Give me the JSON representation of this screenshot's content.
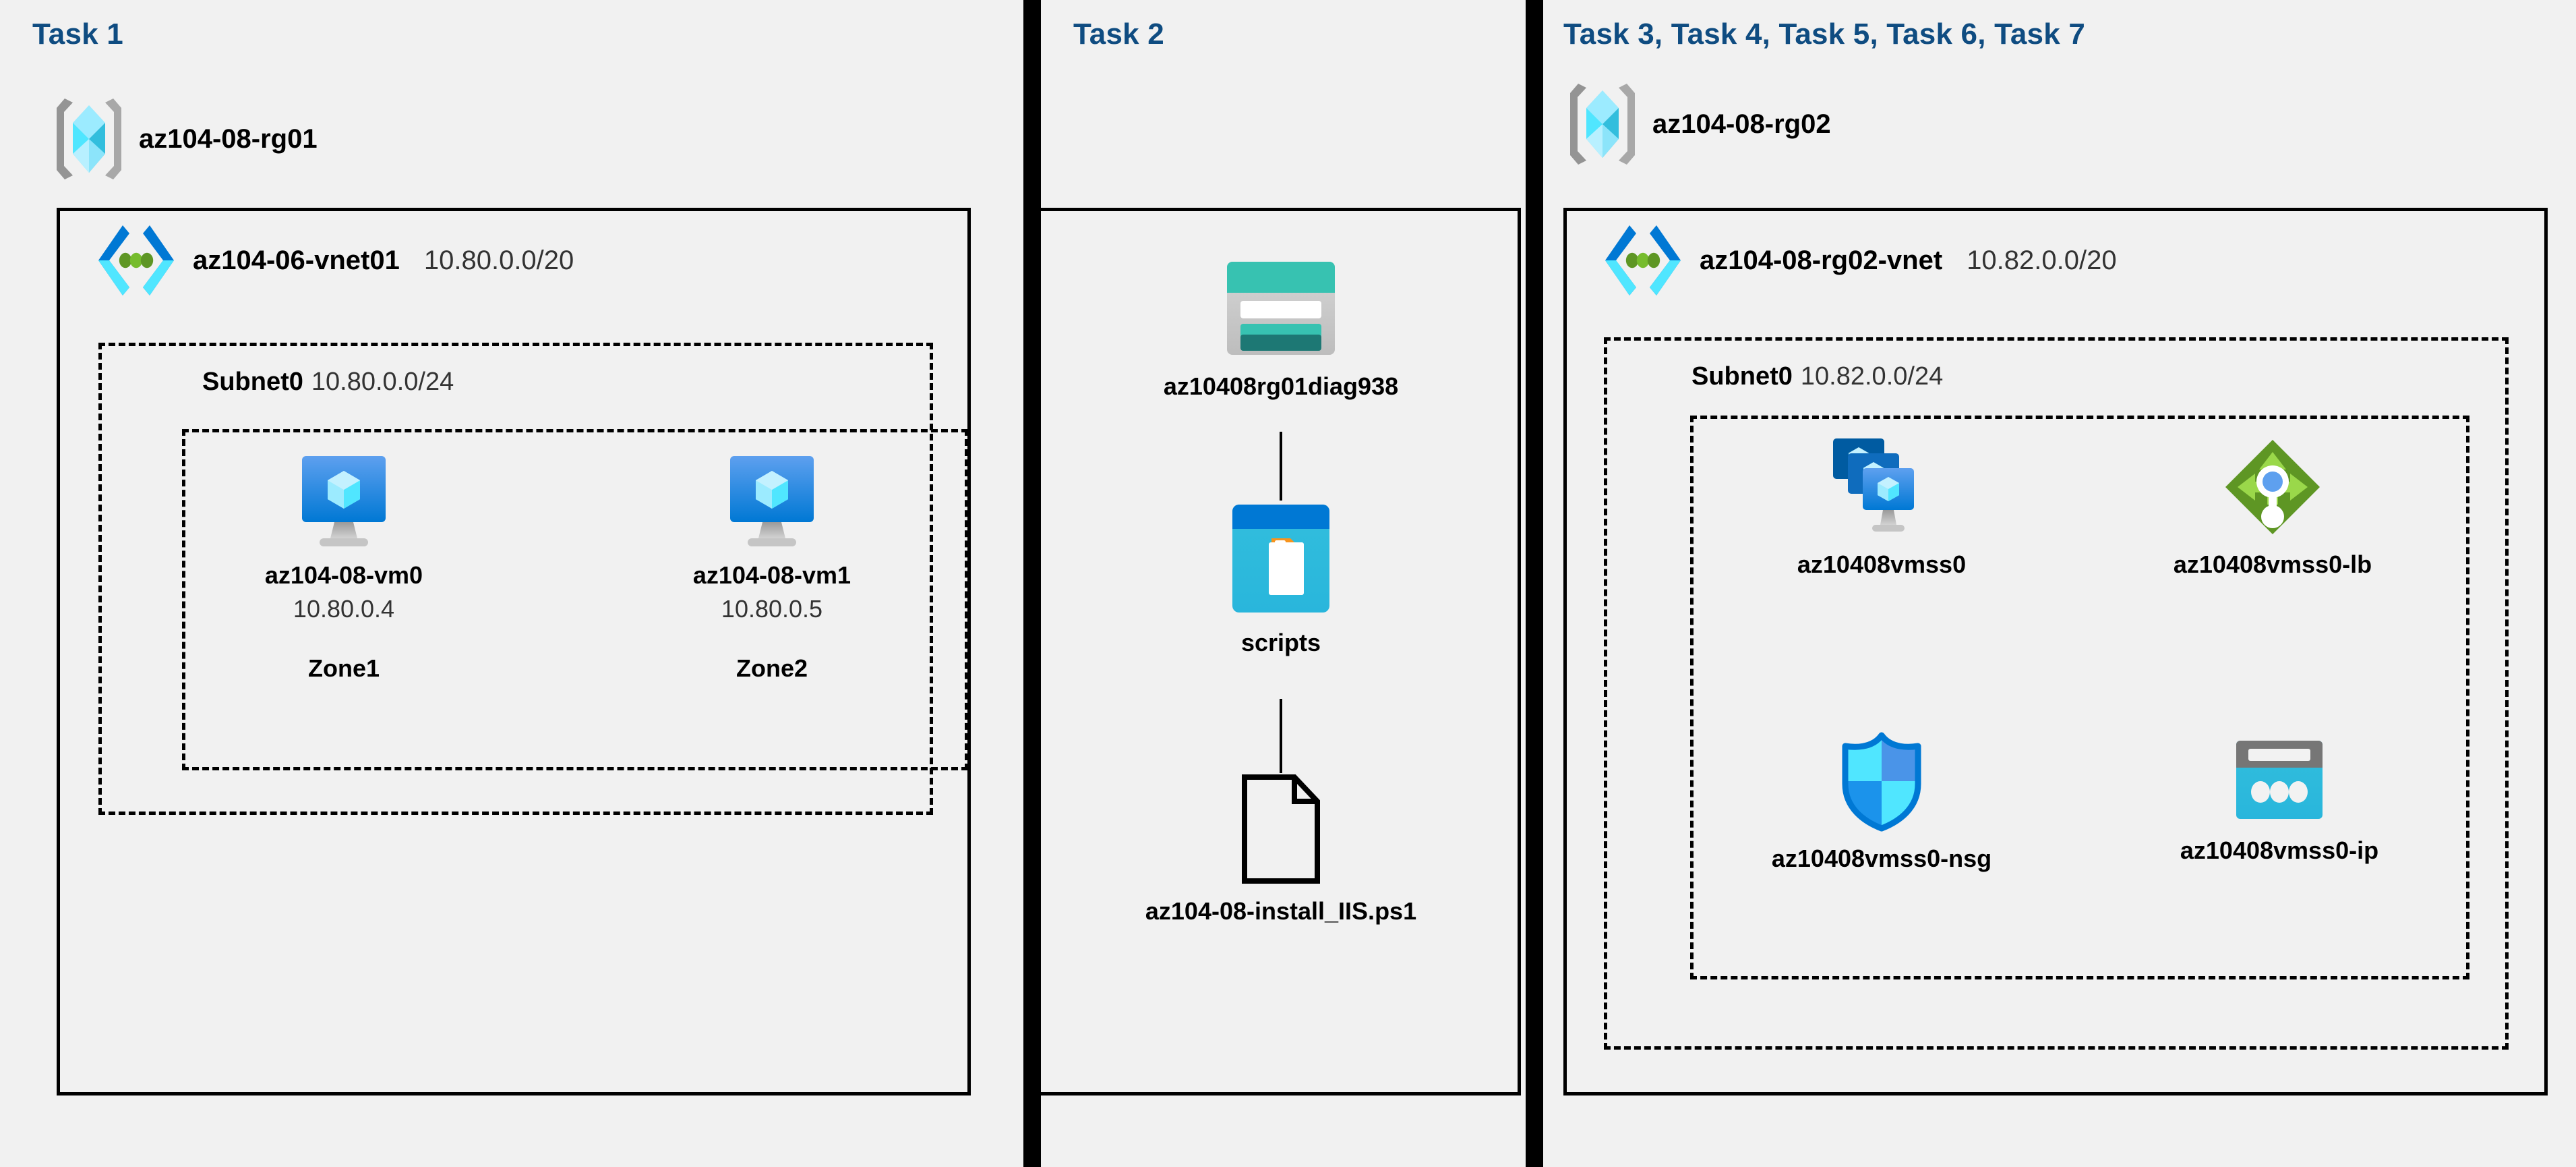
{
  "panels": [
    {
      "id": "task1",
      "heading": "Task 1",
      "resource_group": {
        "name": "az104-08-rg01",
        "icon": "resource-group-icon"
      },
      "vnet": {
        "name": "az104-06-vnet01",
        "cidr": "10.80.0.0/20",
        "icon": "virtual-network-icon"
      },
      "subnet": {
        "name": "Subnet0",
        "cidr": "10.80.0.0/24"
      },
      "vms": [
        {
          "name": "az104-08-vm0",
          "ip": "10.80.0.4",
          "zone": "Zone1",
          "icon": "virtual-machine-icon"
        },
        {
          "name": "az104-08-vm1",
          "ip": "10.80.0.5",
          "zone": "Zone2",
          "icon": "virtual-machine-icon"
        }
      ]
    },
    {
      "id": "task2",
      "heading": "Task 2",
      "items": [
        {
          "name": "az10408rg01diag938",
          "icon": "storage-account-icon"
        },
        {
          "name": "scripts",
          "icon": "blob-container-icon"
        },
        {
          "name": "az104-08-install_IIS.ps1",
          "icon": "file-icon"
        }
      ]
    },
    {
      "id": "task3",
      "heading": "Task 3, Task 4, Task 5, Task 6, Task 7",
      "resource_group": {
        "name": "az104-08-rg02",
        "icon": "resource-group-icon"
      },
      "vnet": {
        "name": "az104-08-rg02-vnet",
        "cidr": "10.82.0.0/20",
        "icon": "virtual-network-icon"
      },
      "subnet": {
        "name": "Subnet0",
        "cidr": "10.82.0.0/24"
      },
      "resources": [
        {
          "name": "az10408vmss0",
          "icon": "vm-scale-set-icon"
        },
        {
          "name": "az10408vmss0-lb",
          "icon": "load-balancer-icon"
        },
        {
          "name": "az10408vmss0-nsg",
          "icon": "network-security-group-icon"
        },
        {
          "name": "az10408vmss0-ip",
          "icon": "public-ip-address-icon"
        }
      ]
    }
  ],
  "colors": {
    "background": "#f1f1f1",
    "heading": "#0f4c81",
    "border": "#000000",
    "azure_blue": "#0078d4",
    "azure_cyan": "#32bedd",
    "azure_light_cyan": "#9cebff",
    "storage_teal": "#37c2b1",
    "storage_teal_dark": "#1d7874",
    "lb_green": "#5e9624",
    "lb_green_light": "#9ad84a",
    "gray": "#949494",
    "orange": "#f7941e"
  }
}
